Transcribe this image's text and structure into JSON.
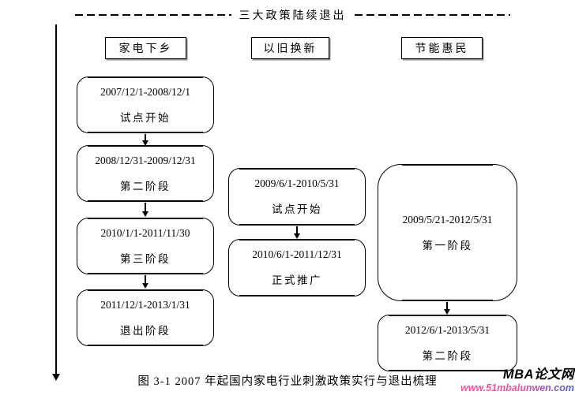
{
  "page": {
    "title": "三大政策陆续退出",
    "caption": "图 3-1 2007 年起国内家电行业刺激政策实行与退出梳理",
    "ink_color": "#000000",
    "background_color": "#ffffff"
  },
  "watermark": {
    "brand": "MBA论文网",
    "url": "www.51mbalunwen.com",
    "url_gradient_start": "#f35ba4",
    "url_gradient_end": "#4a63d8"
  },
  "columns": [
    {
      "header": "家电下乡",
      "stages": [
        {
          "dates": "2007/12/1-2008/12/1",
          "label": "试点开始"
        },
        {
          "dates": "2008/12/31-2009/12/31",
          "label": "第二阶段"
        },
        {
          "dates": "2010/1/1-2011/11/30",
          "label": "第三阶段"
        },
        {
          "dates": "2011/12/1-2013/1/31",
          "label": "退出阶段"
        }
      ]
    },
    {
      "header": "以旧换新",
      "stages": [
        {
          "dates": "2009/6/1-2010/5/31",
          "label": "试点开始"
        },
        {
          "dates": "2010/6/1-2011/12/31",
          "label": "正式推广"
        }
      ]
    },
    {
      "header": "节能惠民",
      "stages": [
        {
          "dates": "2009/5/21-2012/5/31",
          "label": "第一阶段"
        },
        {
          "dates": "2012/6/1-2013/5/31",
          "label": "第二阶段"
        }
      ]
    }
  ]
}
